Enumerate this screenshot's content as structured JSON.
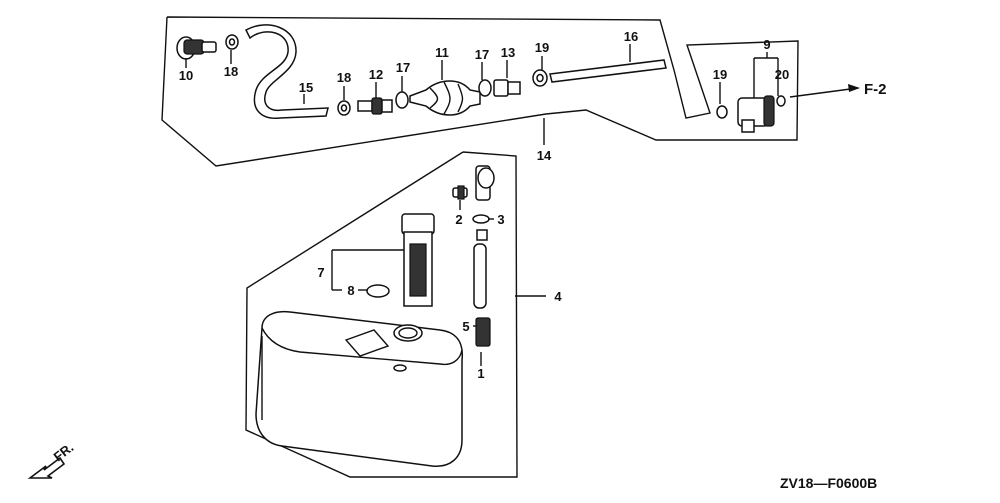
{
  "diagram": {
    "callouts": {
      "p1": "1",
      "p2": "2",
      "p3": "3",
      "p4": "4",
      "p5": "5",
      "p7": "7",
      "p8": "8",
      "p9": "9",
      "p10": "10",
      "p11": "11",
      "p12": "12",
      "p13": "13",
      "p14": "14",
      "p15": "15",
      "p16": "16",
      "p17a": "17",
      "p17b": "17",
      "p18a": "18",
      "p18b": "18",
      "p19a": "19",
      "p19b": "19",
      "p20": "20"
    },
    "ref_arrow_label": "F-2",
    "direction_label": "FR.",
    "diagram_code": "ZV18—F0600B"
  }
}
